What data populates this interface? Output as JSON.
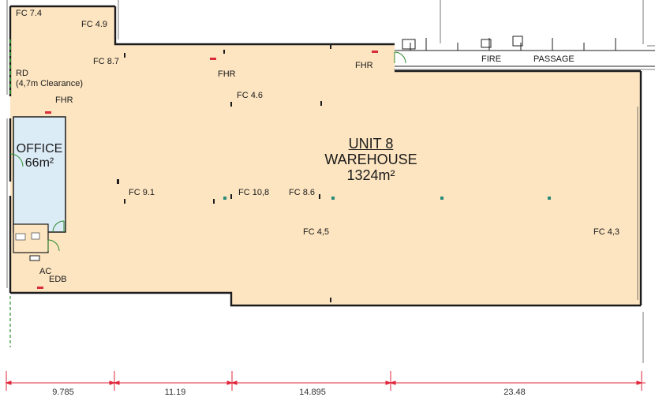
{
  "unit": {
    "title": "UNIT 8",
    "use": "WAREHOUSE",
    "area": "1324m²"
  },
  "office": {
    "name": "OFFICE",
    "area": "66m²"
  },
  "roller_door": {
    "code": "RD",
    "clearance": "(4,7m Clearance)"
  },
  "fire_passage": {
    "word1": "FIRE",
    "word2": "PASSAGE"
  },
  "fixtures": {
    "fhr": "FHR",
    "ac": "AC",
    "edb": "EDB"
  },
  "floor_clearances": {
    "fc_7_4": "FC 7.4",
    "fc_4_9": "FC 4.9",
    "fc_8_7": "FC 8.7",
    "fc_4_6": "FC 4.6",
    "fc_9_1": "FC 9.1",
    "fc_10_8": "FC 10,8",
    "fc_8_6": "FC 8.6",
    "fc_4_5": "FC 4,5",
    "fc_4_3": "FC 4,3"
  },
  "dimensions": [
    "9.785",
    "11.19",
    "14.895",
    "23.48"
  ],
  "colors": {
    "floor": "#fde5c1",
    "office": "#dcecf7",
    "wall": "#1c1c1c",
    "dimension_line": "#e0243a",
    "door_swing": "#2e8b2e"
  }
}
